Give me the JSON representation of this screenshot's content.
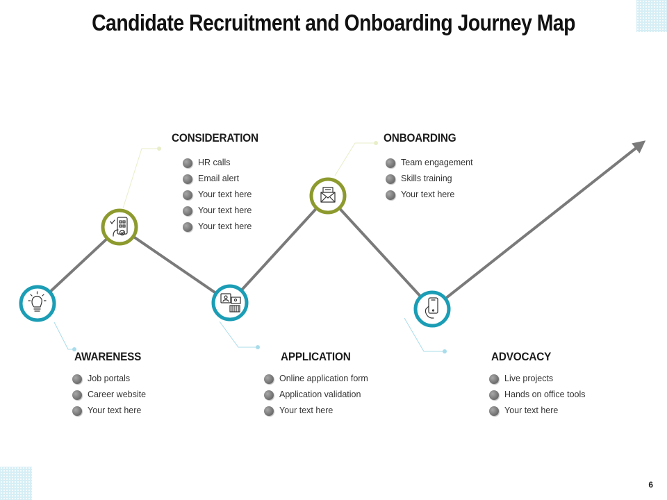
{
  "title": "Candidate Recruitment and Onboarding Journey Map",
  "page_number": "6",
  "colors": {
    "teal": "#1b9db5",
    "olive": "#8d9a2e",
    "line": "#7a7a7a",
    "connector_teal": "#a9dcea",
    "connector_olive": "#e8eec8"
  },
  "stages": [
    {
      "name": "AWARENESS",
      "items": [
        "Job portals",
        "Career website",
        "Your text here"
      ],
      "icon": "lightbulb-icon"
    },
    {
      "name": "CONSIDERATION",
      "items": [
        "HR calls",
        "Email alert",
        "Your text here",
        "Your text here",
        "Your text here"
      ],
      "icon": "checklist-icon"
    },
    {
      "name": "APPLICATION",
      "items": [
        "Online application form",
        "Application validation",
        "Your text here"
      ],
      "icon": "interview-icon"
    },
    {
      "name": "ONBOARDING",
      "items": [
        "Team engagement",
        "Skills training",
        "Your text here"
      ],
      "icon": "envelope-icon"
    },
    {
      "name": "ADVOCACY",
      "items": [
        "Live projects",
        "Hands on office tools",
        "Your text here"
      ],
      "icon": "phone-icon"
    }
  ]
}
